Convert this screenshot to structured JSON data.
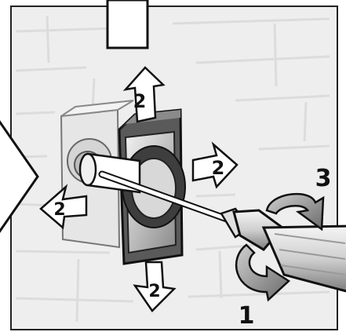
{
  "illustration": {
    "arrows": [
      {
        "id": "up",
        "label": "2"
      },
      {
        "id": "right",
        "label": "2"
      },
      {
        "id": "left",
        "label": "2"
      },
      {
        "id": "down",
        "label": "2"
      }
    ],
    "steps": [
      {
        "id": "step-1",
        "label": "1"
      },
      {
        "id": "step-3",
        "label": "3"
      }
    ],
    "colors": {
      "background": "#ffffff",
      "wall": "#eeeeee",
      "wall_lines": "#dedede",
      "ink": "#111111",
      "box_dark": "#4a4a4a",
      "box_mid": "#7a7a7a",
      "box_light": "#c8c8c8",
      "arrow_fill": "#ffffff"
    }
  }
}
